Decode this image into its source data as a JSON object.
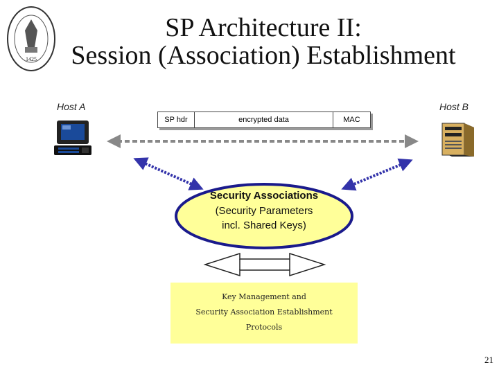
{
  "title": {
    "line1": "SP Architecture II:",
    "line2": "Session (Association) Establishment"
  },
  "logo": {
    "year": "1425",
    "icon": "university-seal-icon"
  },
  "hosts": {
    "a": "Host A",
    "b": "Host B"
  },
  "packet": {
    "header": "SP hdr",
    "payload": "encrypted data",
    "mac": "MAC"
  },
  "security_associations": {
    "title": "Security Associations",
    "line1": "(Security Parameters",
    "line2": "incl. Shared Keys)"
  },
  "key_management": {
    "line1": "Key Management and",
    "line2": "Security Association  Establishment",
    "line3": "Protocols"
  },
  "page_number": "21",
  "colors": {
    "arrow": "#3333aa",
    "ellipse_fill": "#ffff99",
    "ellipse_border": "#1a1a8c",
    "box_fill": "#ffff99",
    "computer_screen": "#1a4a9a",
    "server_body": "#d8b060"
  }
}
